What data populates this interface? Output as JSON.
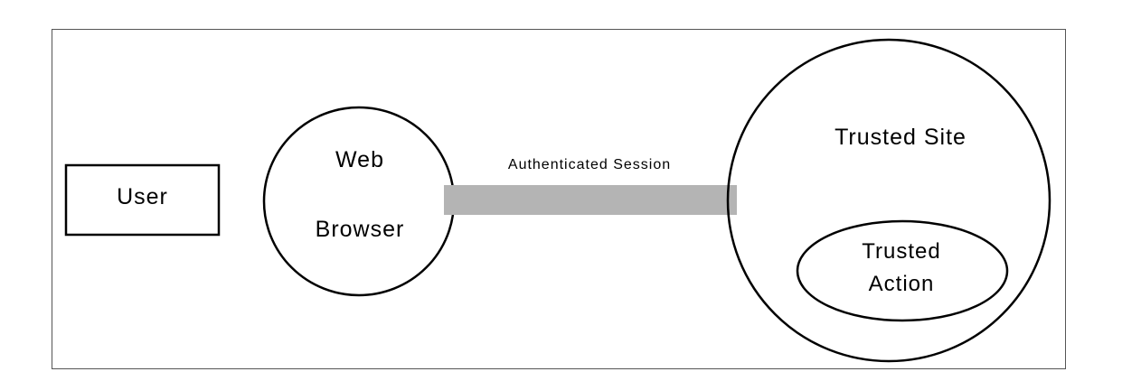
{
  "diagram": {
    "nodes": {
      "user": {
        "label": "User"
      },
      "browser": {
        "label_line1": "Web",
        "label_line2": "Browser"
      },
      "site": {
        "label": "Trusted Site"
      },
      "action": {
        "label_line1": "Trusted",
        "label_line2": "Action"
      }
    },
    "connection": {
      "label": "Authenticated Session",
      "color": "#b4b4b4"
    },
    "colors": {
      "stroke": "#000000",
      "frame": "#555555",
      "background": "#ffffff"
    }
  }
}
